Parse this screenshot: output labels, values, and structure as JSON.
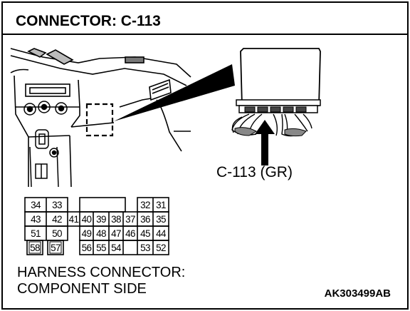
{
  "title": "CONNECTOR: C-113",
  "callout_label": "C-113 (GR)",
  "harness_line1": "HARNESS CONNECTOR:",
  "harness_line2": "COMPONENT SIDE",
  "figure_code": "AK303499AB",
  "connector_pins": {
    "row1_left": [
      "34",
      "33"
    ],
    "row1_right": [
      "32",
      "31"
    ],
    "row2": [
      "43",
      "42",
      "41",
      "40",
      "39",
      "38",
      "37",
      "36",
      "35"
    ],
    "row3_left": [
      "51",
      "50"
    ],
    "row3_right": [
      "49",
      "48",
      "47",
      "46",
      "45",
      "44"
    ],
    "row4_left": [
      "58",
      "57"
    ],
    "row4_right": [
      "56",
      "55",
      "54",
      "53",
      "52"
    ]
  }
}
